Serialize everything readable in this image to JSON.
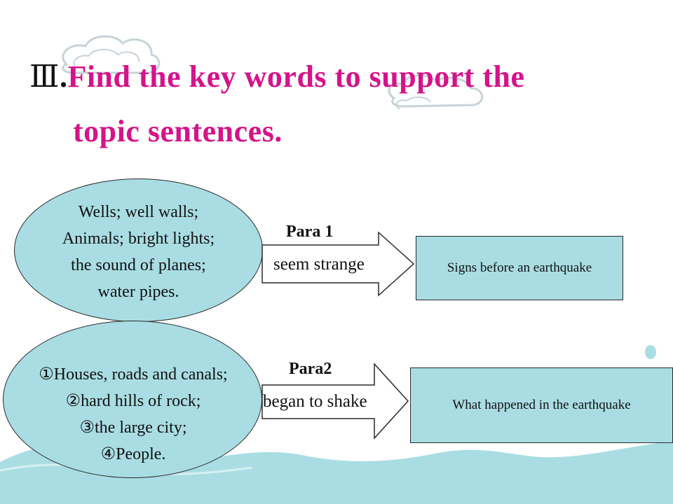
{
  "title": {
    "number": "Ⅲ",
    "dot": ".",
    "line1": "Find the key words to support the",
    "line2": "topic sentences."
  },
  "rows": [
    {
      "ellipse_lines": [
        "Wells; well walls;",
        "Animals; bright lights;",
        "the sound of planes;",
        "water pipes."
      ],
      "para_label": "Para 1",
      "arrow_text": "seem strange",
      "box_text": "Signs before an earthquake"
    },
    {
      "ellipse_lines": [
        "①Houses, roads and canals;",
        "②hard hills of rock;",
        "③the large city;",
        "④People."
      ],
      "para_label": "Para2",
      "arrow_text": "began to shake",
      "box_text": "What happened in the earthquake"
    }
  ],
  "colors": {
    "title": "#d4148a",
    "shape_fill": "#a9dde3",
    "wave": "#a9dde3",
    "cloud_outline": "#c7d3d8"
  },
  "icons": [
    "cloud-decoration",
    "wave-decoration",
    "dot-decoration"
  ]
}
